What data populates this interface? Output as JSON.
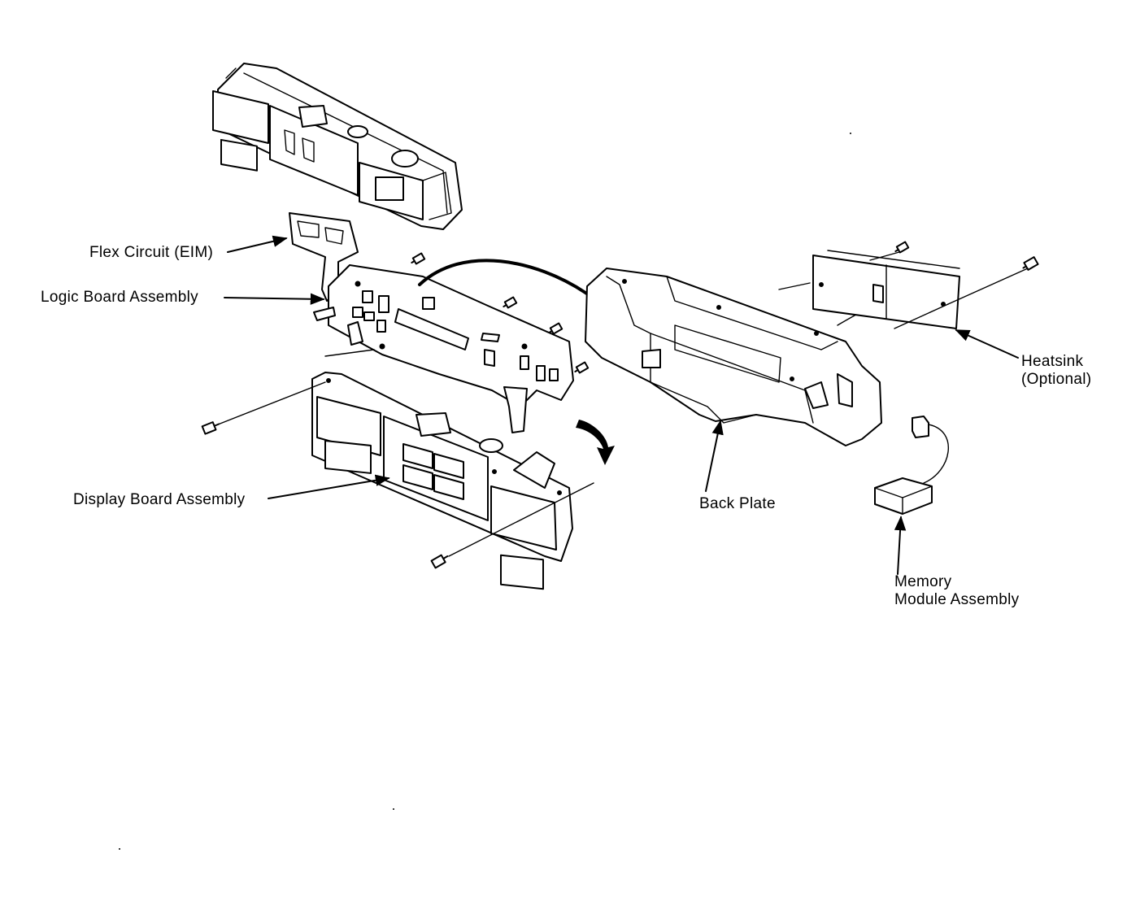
{
  "labels": {
    "flex_circuit": "Flex Circuit (EIM)",
    "logic_board": "Logic Board Assembly",
    "display_board": "Display Board Assembly",
    "back_plate": "Back Plate",
    "heatsink_line1": "Heatsink",
    "heatsink_line2": "(Optional)",
    "memory_line1": "Memory",
    "memory_line2": "Module Assembly"
  }
}
